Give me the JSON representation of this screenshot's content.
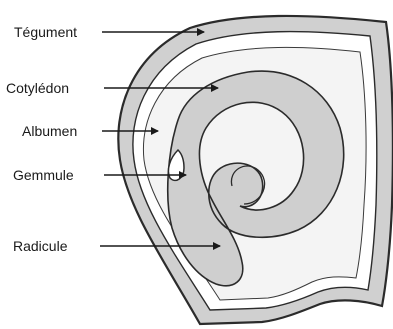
{
  "labels": {
    "tegument": "Tégument",
    "cotyledon": "Cotylédon",
    "albumen": "Albumen",
    "gemmule": "Gemmule",
    "radicule": "Radicule"
  },
  "colors": {
    "outline": "#2b2b2b",
    "tissue": "#d6d6d6",
    "inner": "#f2f2f2",
    "arrow": "#1a1a1a"
  }
}
